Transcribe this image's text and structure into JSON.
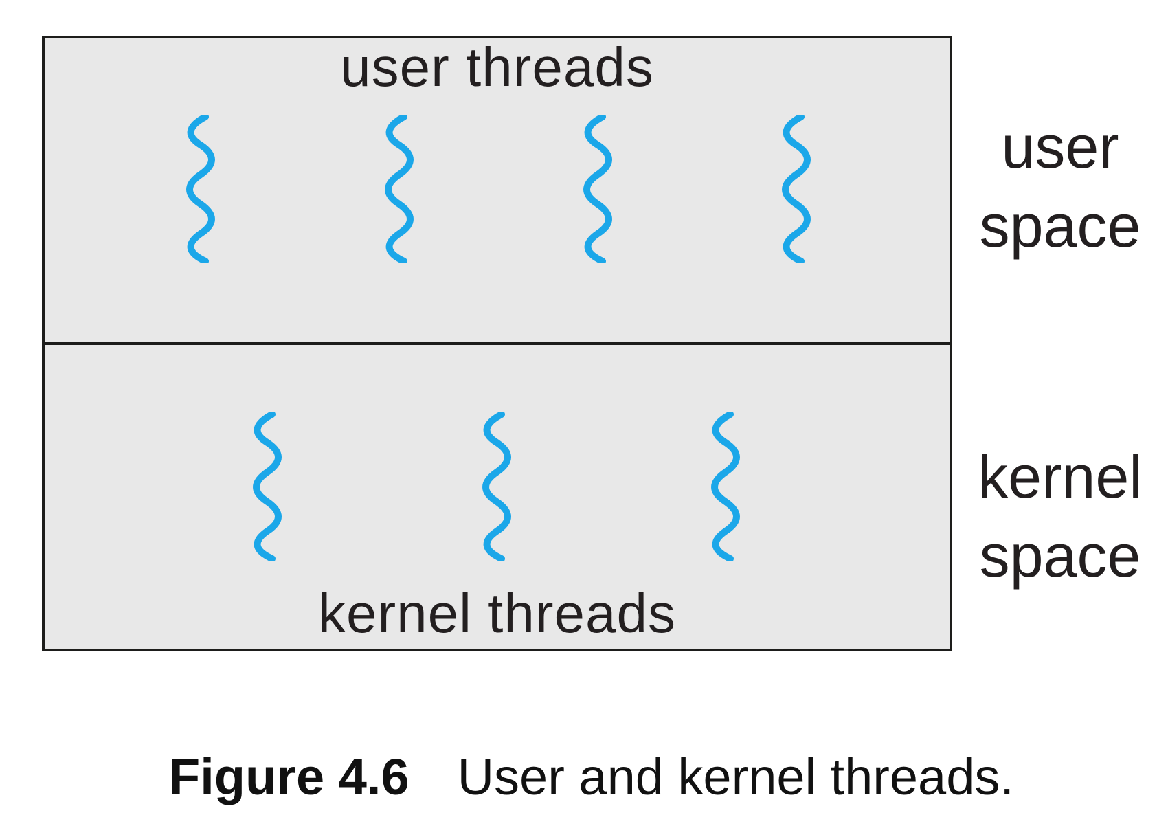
{
  "diagram": {
    "user_space": {
      "threads_label": "user threads",
      "side_label_line1": "user",
      "side_label_line2": "space",
      "thread_count": 4
    },
    "kernel_space": {
      "threads_label": "kernel threads",
      "side_label_line1": "kernel",
      "side_label_line2": "space",
      "thread_count": 3
    }
  },
  "caption": {
    "figure_number": "Figure 4.6",
    "figure_title": "User and kernel threads."
  },
  "colors": {
    "thread_blue": "#1BA7E9",
    "box_fill": "#E8E8E8",
    "box_border": "#1D1D1B",
    "label_ink": "#231F20"
  }
}
